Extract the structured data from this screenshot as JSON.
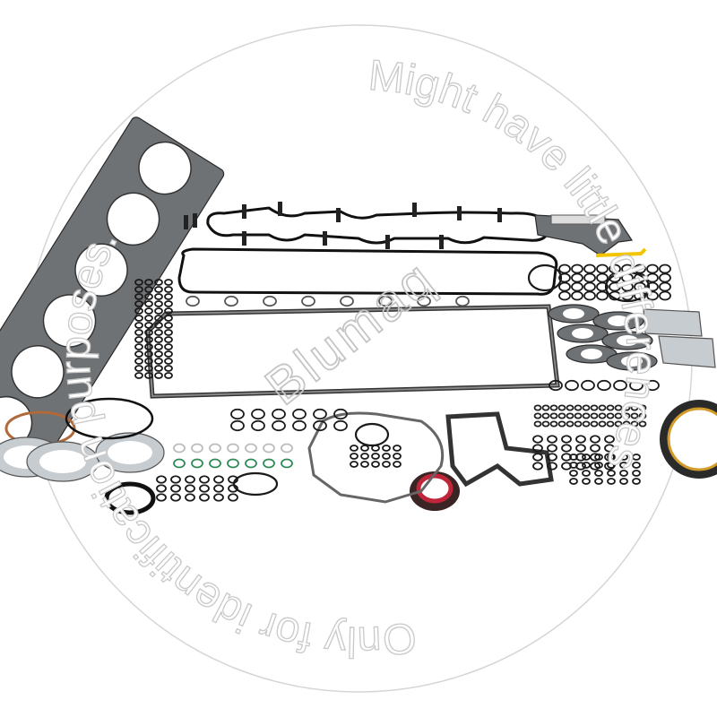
{
  "product": {
    "colors": {
      "gasket": "#6f7275",
      "rubber": "#1a1a1a",
      "seal_red": "#c0263a",
      "green_ring": "#2e8b57",
      "yellow_part": "#f2c500",
      "watermark": "#c9c9c9"
    }
  },
  "watermark": {
    "brand": "Blumaq",
    "top_text": "Might have little differences",
    "bottom_text": "Only for identification purposes."
  }
}
